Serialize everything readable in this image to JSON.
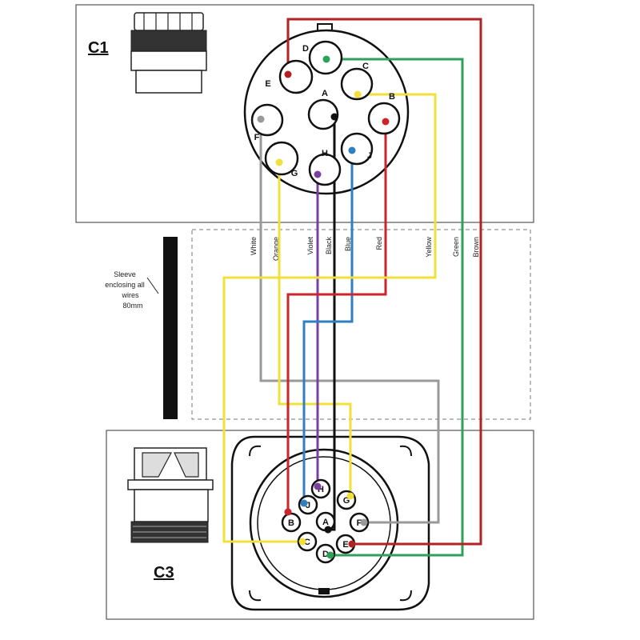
{
  "connectors": {
    "c1": {
      "label": "C1"
    },
    "c3": {
      "label": "C3"
    }
  },
  "c1_pins": [
    {
      "id": "A",
      "label": "A"
    },
    {
      "id": "B",
      "label": "B"
    },
    {
      "id": "C",
      "label": "C"
    },
    {
      "id": "D",
      "label": "D"
    },
    {
      "id": "E",
      "label": "E"
    },
    {
      "id": "F",
      "label": "F"
    },
    {
      "id": "G",
      "label": "G"
    },
    {
      "id": "H",
      "label": "H"
    },
    {
      "id": "J",
      "label": "J"
    }
  ],
  "c3_pins": [
    {
      "id": "A",
      "label": "A"
    },
    {
      "id": "B",
      "label": "B"
    },
    {
      "id": "C",
      "label": "C"
    },
    {
      "id": "D",
      "label": "D"
    },
    {
      "id": "E",
      "label": "E"
    },
    {
      "id": "F",
      "label": "F"
    },
    {
      "id": "G",
      "label": "G"
    },
    {
      "id": "H",
      "label": "H"
    },
    {
      "id": "J",
      "label": "J"
    }
  ],
  "wires": [
    {
      "name": "White",
      "color": "#999999",
      "from_pin": "F",
      "to_pin": "F"
    },
    {
      "name": "Orange",
      "color": "#f2e03a",
      "from_pin": "G",
      "to_pin": "G"
    },
    {
      "name": "Violet",
      "color": "#7b3fa0",
      "from_pin": "H",
      "to_pin": "H"
    },
    {
      "name": "Black",
      "color": "#111111",
      "from_pin": "A",
      "to_pin": "A"
    },
    {
      "name": "Blue",
      "color": "#2f7fc1",
      "from_pin": "J",
      "to_pin": "J"
    },
    {
      "name": "Red",
      "color": "#c8262b",
      "from_pin": "B",
      "to_pin": "B"
    },
    {
      "name": "Yellow",
      "color": "#f2e03a",
      "from_pin": "C",
      "to_pin": "C"
    },
    {
      "name": "Green",
      "color": "#2da05a",
      "from_pin": "D",
      "to_pin": "D"
    },
    {
      "name": "Brown",
      "color": "#b22222",
      "from_pin": "E",
      "to_pin": "E"
    }
  ],
  "sleeve_note": [
    "Sleeve",
    "enclosing all",
    "wires",
    "80mm"
  ]
}
